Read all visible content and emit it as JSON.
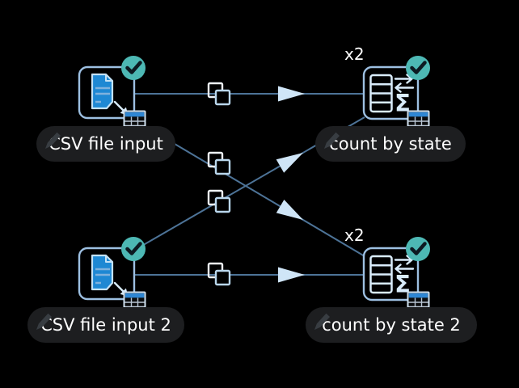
{
  "colors": {
    "background": "#000000",
    "line": "#4d7397",
    "node_border": "#9dc0e2",
    "icon_light": "#d9ecfb",
    "icon_outline": "#c4e2f6",
    "doc_blue": "#1e88d3",
    "doc_lines": "#7fb2dd",
    "table_header_blue": "#2e86d3",
    "check_teal": "#4db8b4",
    "check_mark": "#0d1a22",
    "pill_bg": "#1d1e20",
    "pill_text": "#ffffff",
    "arrow_fill": "#cfe5f7",
    "copy_front": "#b9d6ec",
    "copy_back": "#eef3f8",
    "pencil": "#383d42"
  },
  "glyphs": {
    "sigma": "Σ"
  },
  "nodes": [
    {
      "label": "CSV file input",
      "kind": "csv-input",
      "status": "completed"
    },
    {
      "label": "count by state",
      "kind": "count-transform",
      "status": "completed",
      "multiplier": "x2"
    },
    {
      "label": "CSV file input 2",
      "kind": "csv-input",
      "status": "completed"
    },
    {
      "label": "count by state 2",
      "kind": "count-transform",
      "status": "completed",
      "multiplier": "x2"
    }
  ],
  "connections": [
    {
      "from": "CSV file input",
      "to": "count by state",
      "badge": "copy"
    },
    {
      "from": "CSV file input",
      "to": "count by state 2",
      "badge": "copy"
    },
    {
      "from": "CSV file input 2",
      "to": "count by state",
      "badge": "copy"
    },
    {
      "from": "CSV file input 2",
      "to": "count by state 2",
      "badge": "copy"
    }
  ]
}
